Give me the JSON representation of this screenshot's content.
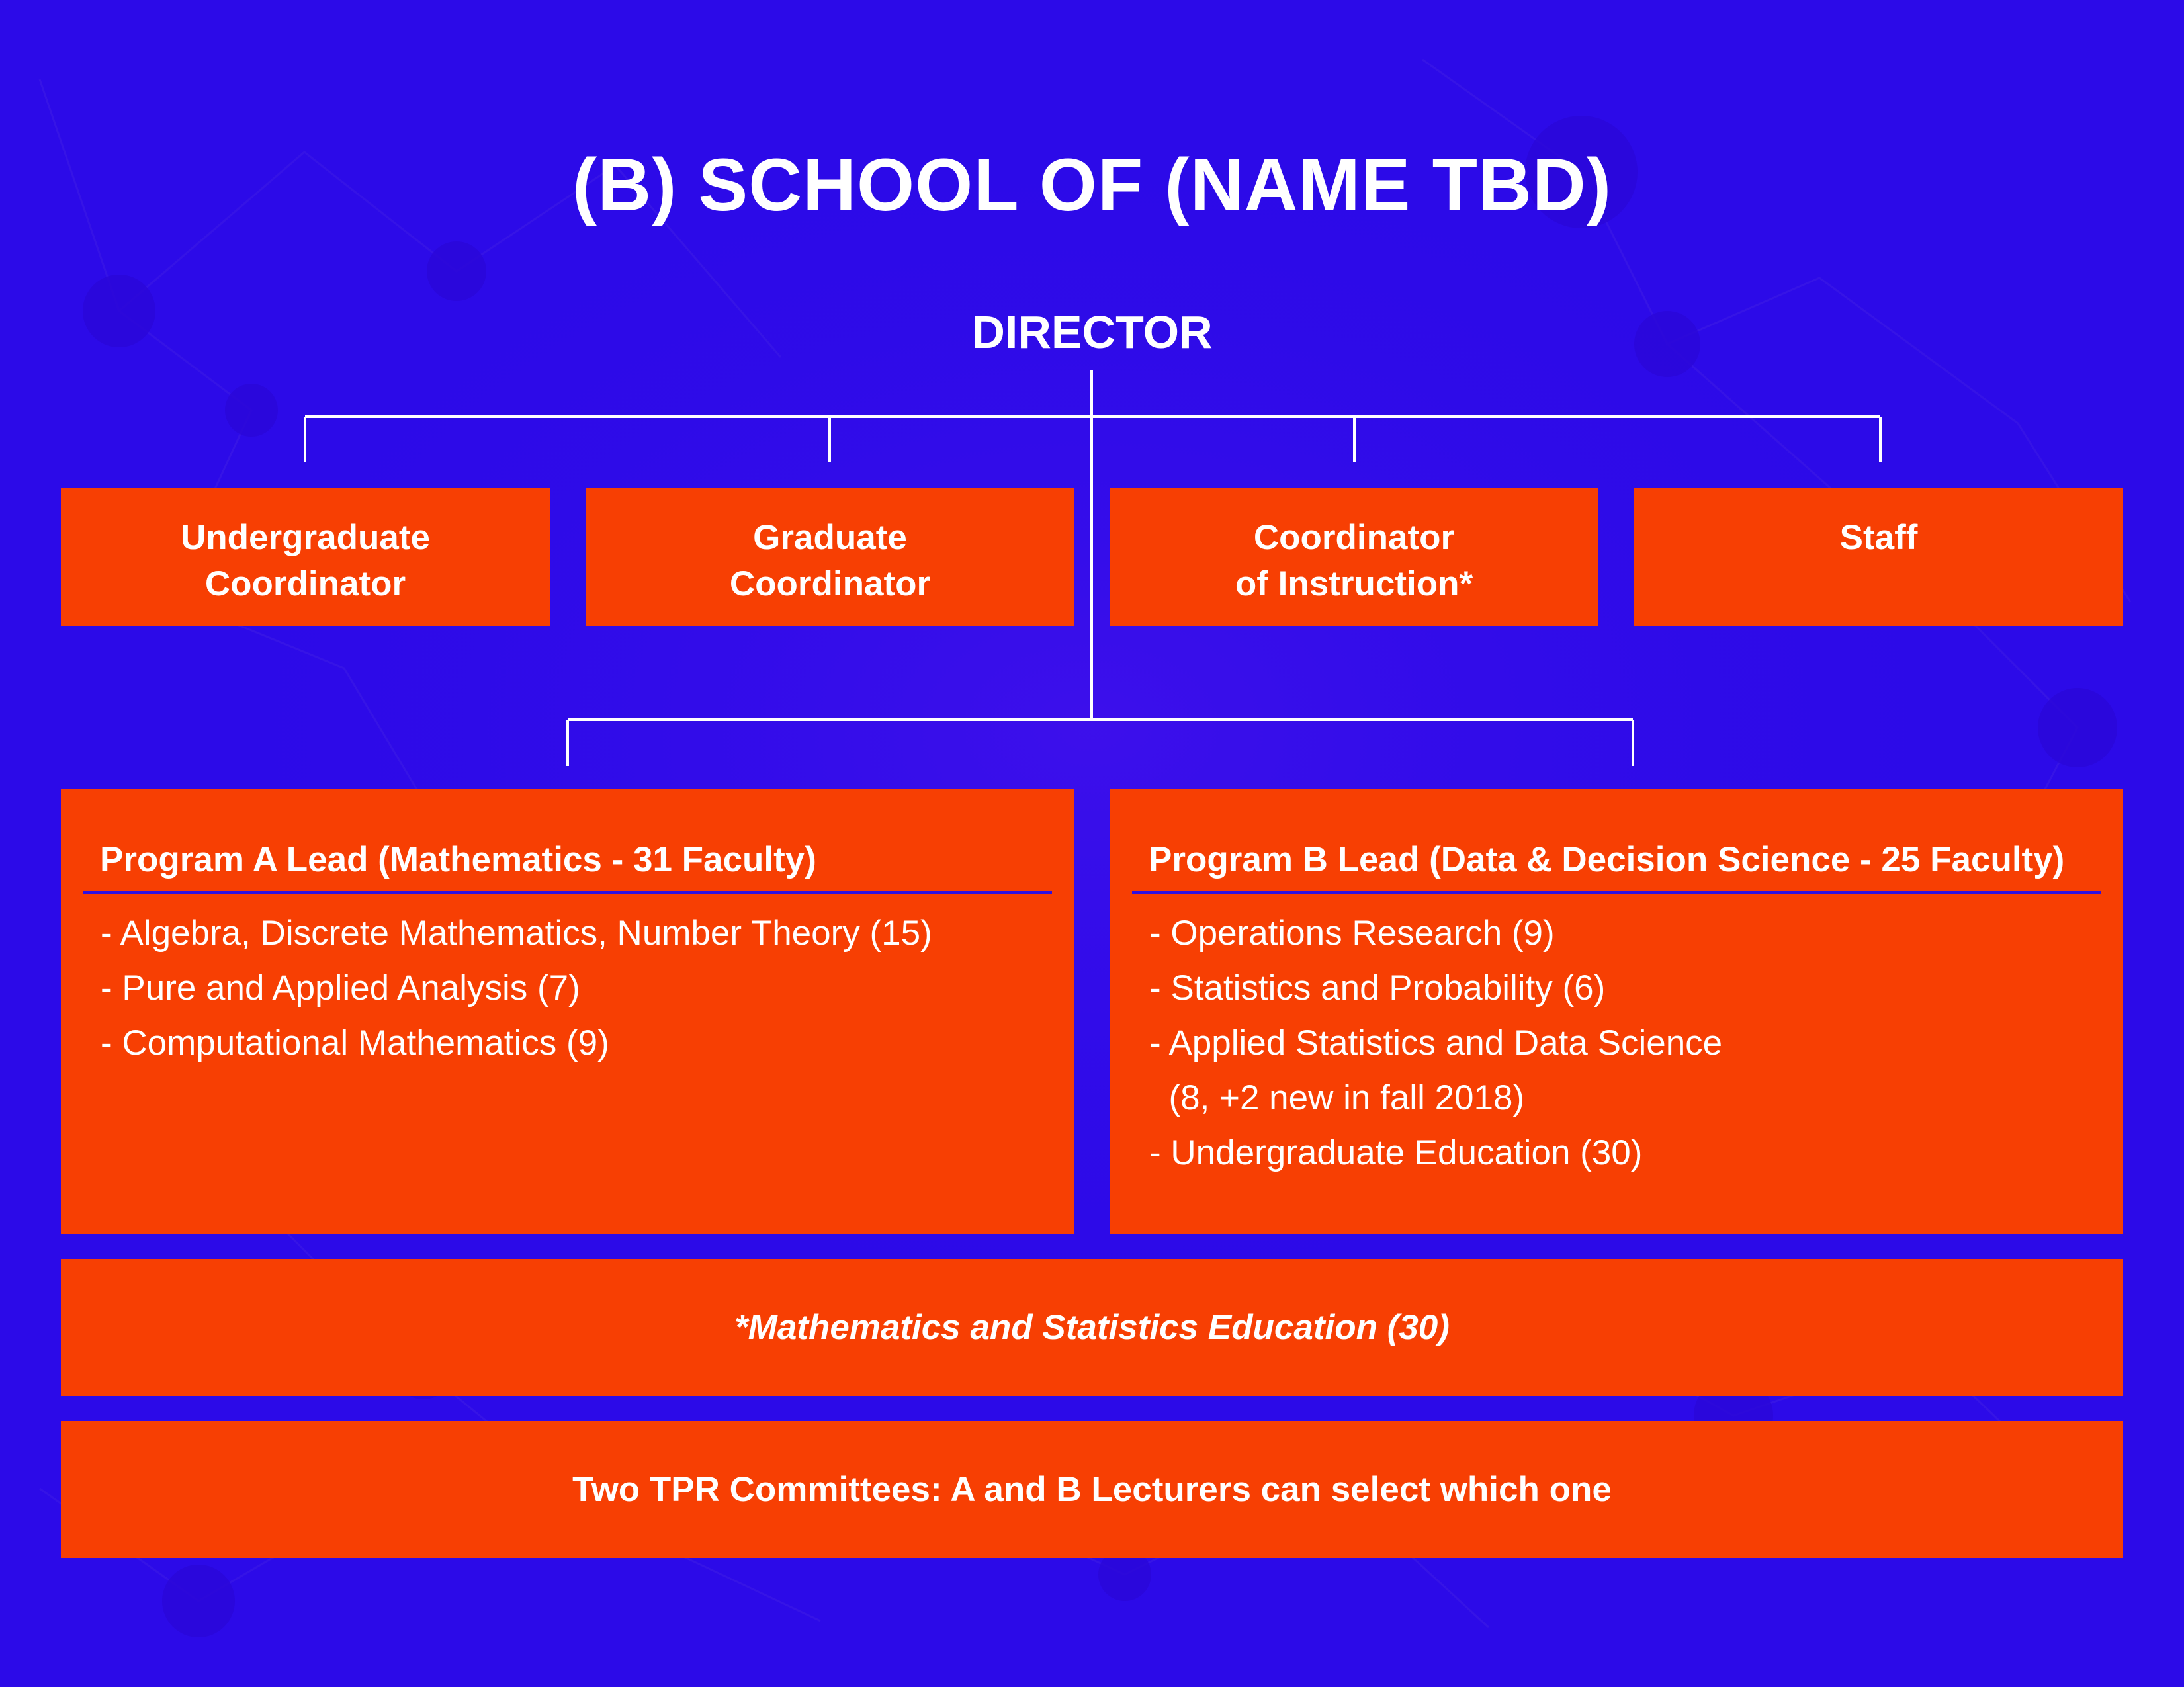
{
  "title": "(B) SCHOOL OF (NAME TBD)",
  "director": "DIRECTOR",
  "coordinators": [
    "Undergraduate\nCoordinator",
    "Graduate\nCoordinator",
    "Coordinator\nof Instruction*",
    "Staff"
  ],
  "program_a": {
    "heading": "Program A Lead (Mathematics - 31 Faculty)",
    "items": [
      "- Algebra, Discrete Mathematics, Number Theory (15)",
      "- Pure and Applied Analysis (7)",
      "- Computational Mathematics (9)"
    ]
  },
  "program_b": {
    "heading": "Program B Lead (Data & Decision Science - 25 Faculty)",
    "items": [
      "- Operations Research (9)",
      "- Statistics and Probability (6)",
      "- Applied Statistics and Data Science",
      "  (8, +2 new in fall 2018)",
      "- Undergraduate Education (30)"
    ]
  },
  "education_band": "*Mathematics and Statistics Education (30)",
  "tpr_band": "Two TPR Committees: A and B Lecturers can select which one",
  "colors": {
    "background": "#2c0ae8",
    "box": "#f73f03",
    "text": "#ffffff",
    "underline": "#2f10e0"
  }
}
